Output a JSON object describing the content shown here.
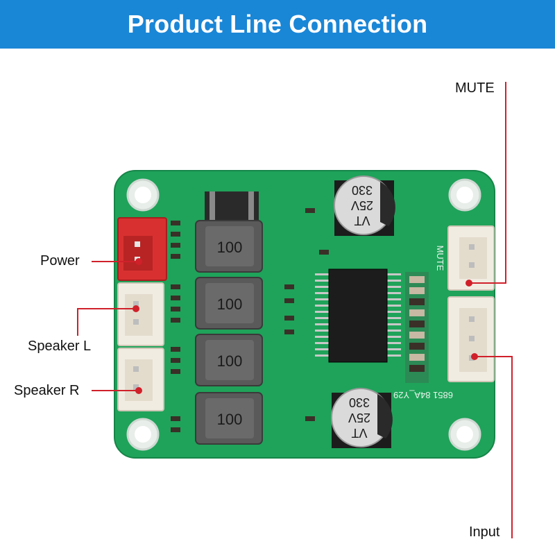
{
  "header": {
    "title": "Product Line Connection"
  },
  "labels": {
    "mute": "MUTE",
    "power": "Power",
    "speaker_l": "Speaker L",
    "speaker_r": "Speaker R",
    "input": "Input"
  },
  "board": {
    "inductor_marking": "100",
    "capacitor_top": {
      "value": "330",
      "voltage": "25V",
      "series": "VT"
    },
    "capacitor_bottom": {
      "value": "330",
      "voltage": "25V",
      "series": "VT"
    },
    "silkscreen_mute": "MUTE",
    "silkscreen_model": "6851 84A_Y29"
  },
  "colors": {
    "banner": "#1a86d6",
    "pcb": "#1fa35a",
    "leader_line": "#d0202a",
    "power_connector": "#d83030",
    "jst_connector": "#f1ece2"
  }
}
